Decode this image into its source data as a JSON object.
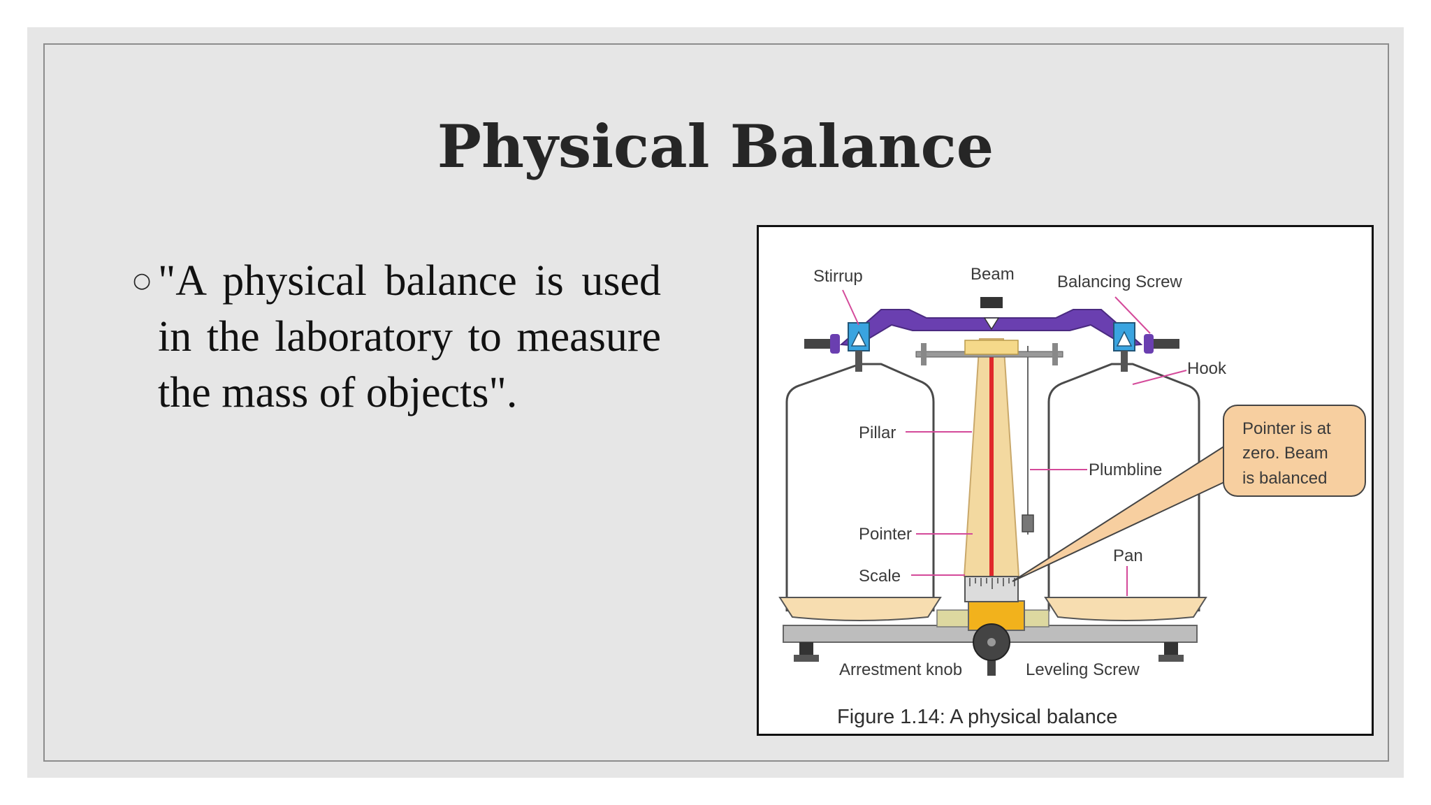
{
  "slide": {
    "title": "Physical Balance",
    "bullet": "\"A physical balance is used in the laboratory to measure the mass of objects\"."
  },
  "figure": {
    "labels": {
      "stirrup": "Stirrup",
      "beam": "Beam",
      "balancing_screw": "Balancing Screw",
      "hook": "Hook",
      "pillar": "Pillar",
      "plumbline": "Plumbline",
      "pointer": "Pointer",
      "scale": "Scale",
      "pan": "Pan",
      "arrestment_knob": "Arrestment knob",
      "leveling_screw": "Leveling Screw"
    },
    "callout": {
      "line1": "Pointer is at",
      "line2": "zero. Beam",
      "line3": "is balanced"
    },
    "caption": "Figure 1.14: A physical balance"
  },
  "colors": {
    "slide_background": "#e6e6e6",
    "beam": "#6a3fb0",
    "pillar": "#f3d9a0",
    "pointer": "#e0282a",
    "label_lines": "#d44a9a",
    "callout_fill": "#f7cfa0",
    "base": "#b8b8b8",
    "knob_block": "#f2b21c"
  }
}
